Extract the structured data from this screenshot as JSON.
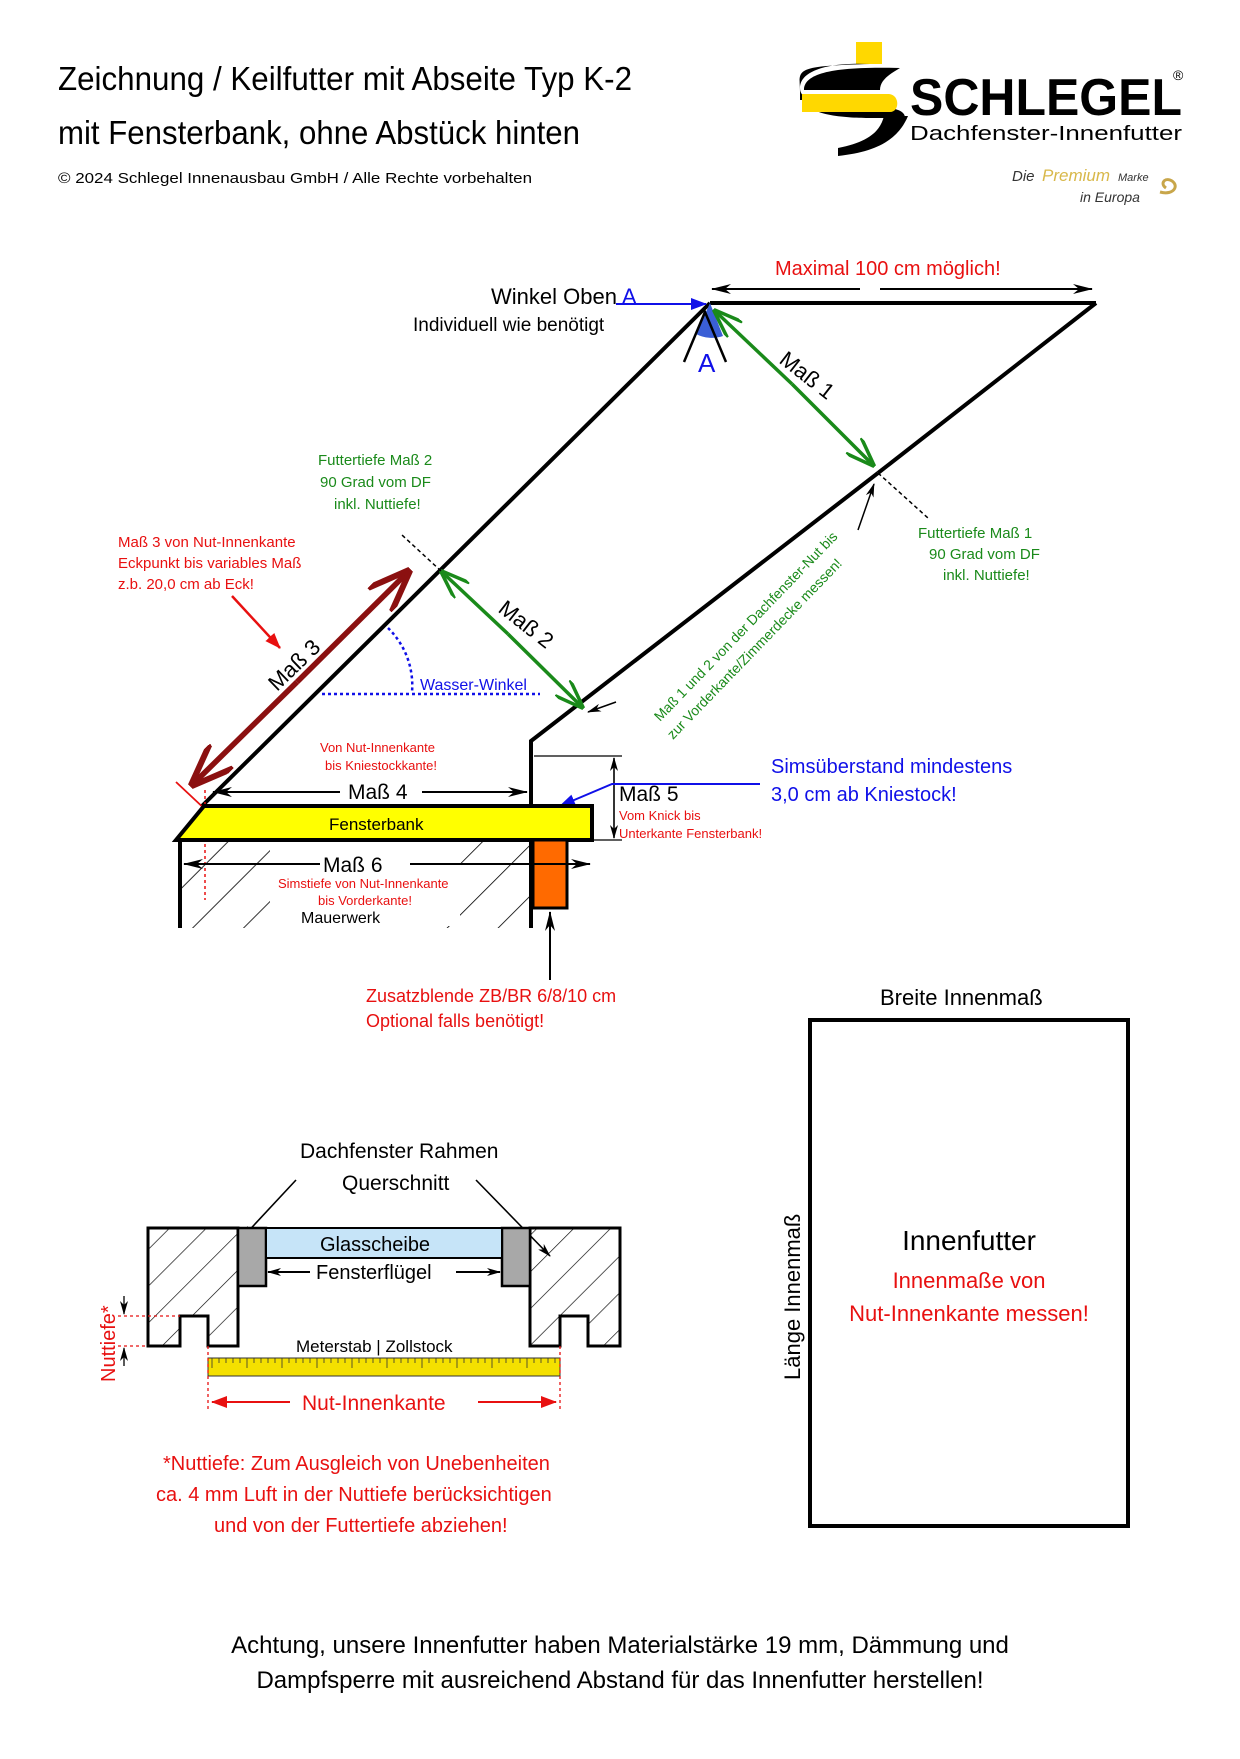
{
  "header": {
    "title_line1": "Zeichnung / Keilfutter mit Abseite Typ K-2",
    "title_line2": "mit Fensterbank, ohne Abstück hinten",
    "copyright": "© 2024 Schlegel Innenausbau GmbH / Alle Rechte vorbehalten"
  },
  "logo": {
    "brand": "SCHLEGEL",
    "registered": "®",
    "subtitle": "Dachfenster-Innenfutter",
    "slogan_die": "Die",
    "slogan_premium": "Premium",
    "slogan_marke": "Marke",
    "slogan_europa": "in Europa",
    "colors": {
      "yellow": "#ffd800",
      "black": "#000000",
      "gold": "#c8a64a"
    }
  },
  "main_diagram": {
    "max_label": "Maximal 100 cm möglich!",
    "winkel_oben_text": "Winkel Oben",
    "winkel_oben_letter": "A",
    "winkel_individuell": "Individuell wie benötigt",
    "angle_letter": "A",
    "mass1": "Maß 1",
    "mass2": "Maß 2",
    "mass3": "Maß 3",
    "mass4": "Maß 4",
    "mass5": "Maß 5",
    "mass6": "Maß 6",
    "futtertiefe1": [
      "Futtertiefe Maß 1",
      "90 Grad vom DF",
      "inkl. Nuttiefe!"
    ],
    "futtertiefe2": [
      "Futtertiefe Maß 2",
      "90 Grad vom DF",
      "inkl. Nuttiefe!"
    ],
    "mass3_note": [
      "Maß 3 von Nut-Innenkante",
      "Eckpunkt bis variables Maß",
      "z.b. 20,0 cm ab Eck!"
    ],
    "wasser_winkel": "Wasser-Winkel",
    "mass12_note": [
      "Maß 1 und 2 von der Dachfenster-Nut bis",
      "zur Vorderkante/Zimmerdecke messen!"
    ],
    "mass4_note": [
      "Von Nut-Innenkante",
      "bis Kniestockkante!"
    ],
    "mass5_note": [
      "Vom Knick bis",
      "Unterkante Fensterbank!"
    ],
    "sims_note": [
      "Simsüberstand mindestens",
      "3,0 cm ab Kniestock!"
    ],
    "fensterbank": "Fensterbank",
    "mass6_note": [
      "Simstiefe von Nut-Innenkante",
      "bis Vorderkante!"
    ],
    "mauerwerk": "Mauerwerk",
    "zusatzblende": [
      "Zusatzblende ZB/BR 6/8/10 cm",
      "Optional falls benötigt!"
    ],
    "colors": {
      "green": "#1a8a1a",
      "red": "#e81010",
      "blue": "#1010e8",
      "darkred": "#8b1010",
      "fensterbank": "#ffff00",
      "blende": "#ff6a00"
    }
  },
  "frame_diagram": {
    "title": [
      "Dachfenster Rahmen",
      "Querschnitt"
    ],
    "glasscheibe": "Glasscheibe",
    "fensterfluegel": "Fensterflügel",
    "nuttiefe": "Nuttiefe*",
    "meterstab": "Meterstab | Zollstock",
    "nut_innenkante": "Nut-Innenkante",
    "note": [
      "*Nuttiefe: Zum Ausgleich von Unebenheiten",
      "ca. 4 mm Luft in der Nuttiefe berücksichtigen",
      "und von der Futtertiefe abziehen!"
    ]
  },
  "innenfutter_box": {
    "breite": "Breite Innenmaß",
    "laenge": "Länge Innenmaß",
    "title": "Innenfutter",
    "note": [
      "Innenmaße von",
      "Nut-Innenkante messen!"
    ]
  },
  "footer": {
    "line1": "Achtung, unsere Innenfutter haben Materialstärke 19 mm, Dämmung und",
    "line2": "Dampfsperre mit ausreichend Abstand für das Innenfutter herstellen!"
  }
}
